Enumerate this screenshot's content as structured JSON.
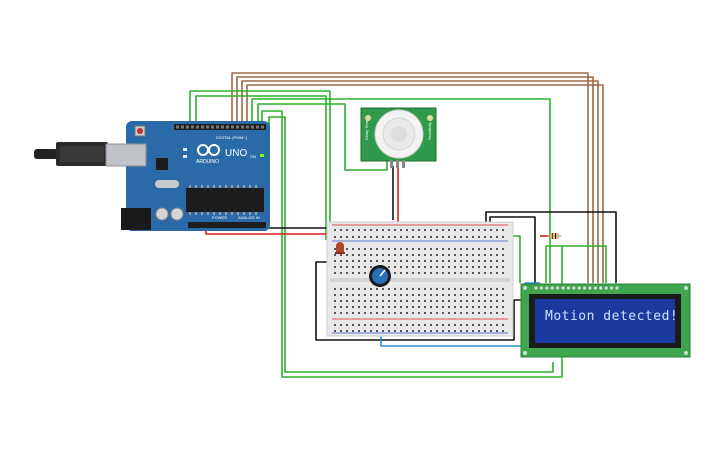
{
  "arduino": {
    "brand": "ARDUINO",
    "model": "UNO",
    "digital_header": "DIGITAL (PWM~)",
    "power_header": "POWER",
    "analog_header": "ANALOG IN",
    "on_label": "ON"
  },
  "pir_sensor": {
    "left_label": "Delay Time",
    "right_label": "Sensitivity"
  },
  "lcd": {
    "text": "Motion detected!"
  },
  "colors": {
    "board": "#2a6aa8",
    "wire_green": "#2bb12b",
    "wire_brown": "#9b6a45",
    "wire_red": "#d92020",
    "wire_black": "#111111",
    "wire_blue": "#2a8fd0",
    "lcd_pcb": "#3fa64f",
    "lcd_screen": "#1a3aa0",
    "breadboard": "#e8e8e8"
  }
}
